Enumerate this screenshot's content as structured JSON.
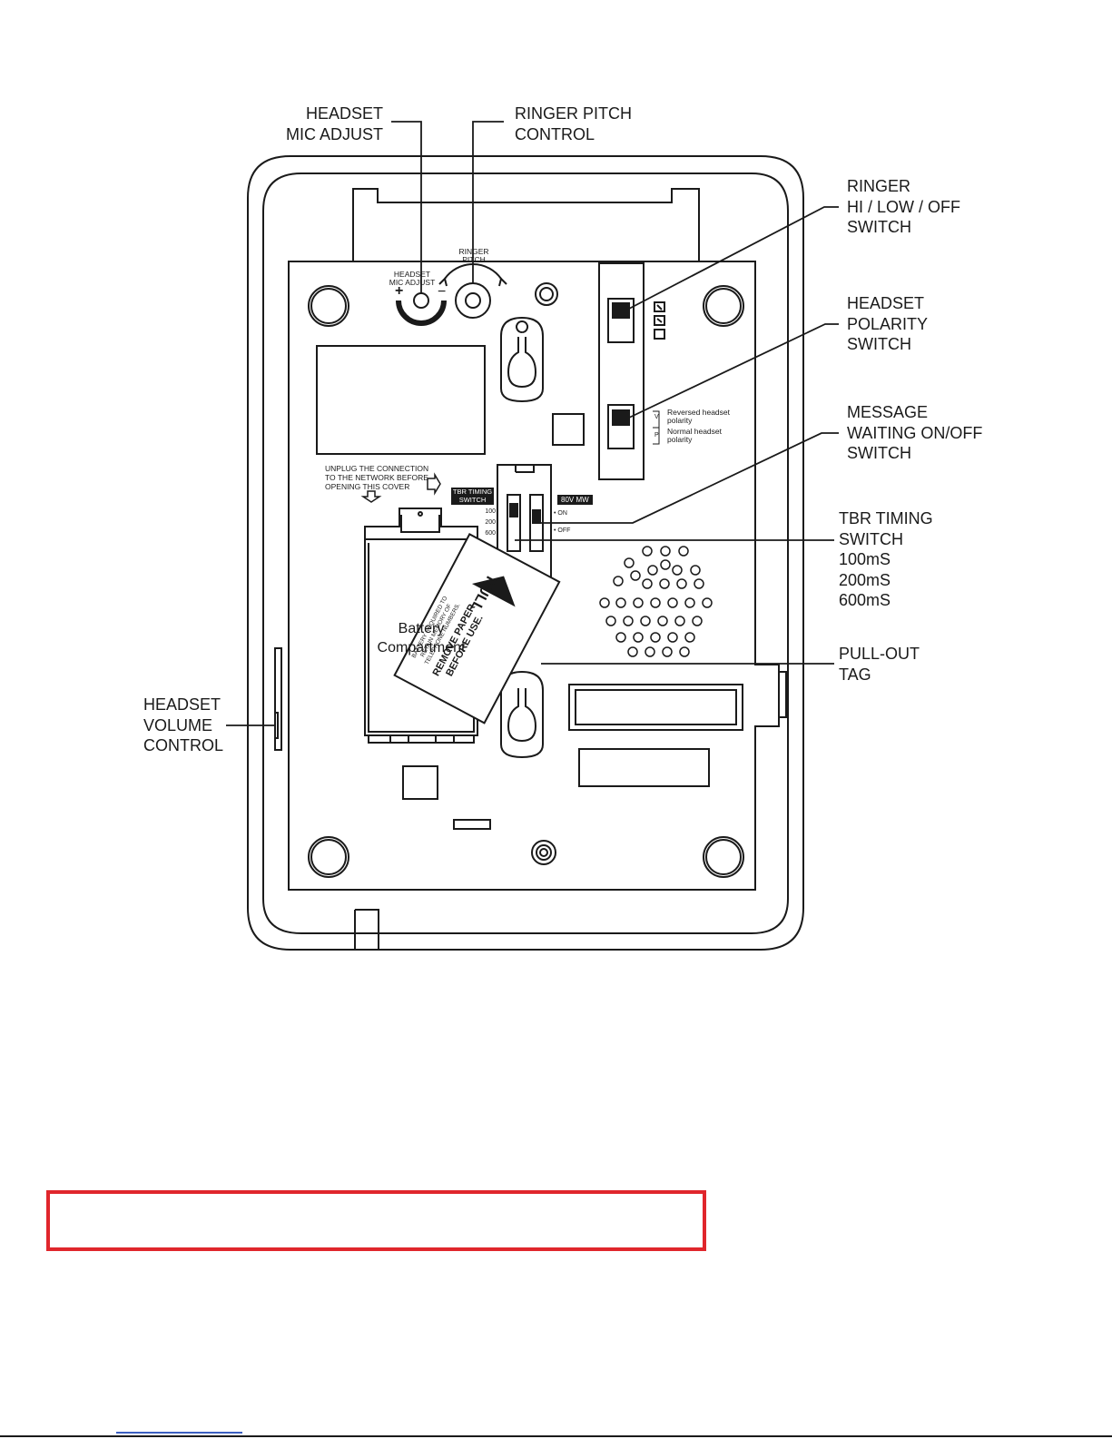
{
  "callouts": {
    "headset_mic_adjust": [
      "HEADSET",
      "MIC ADJUST"
    ],
    "ringer_pitch_control": [
      "RINGER PITCH",
      "CONTROL"
    ],
    "ringer_switch": [
      "RINGER",
      "HI / LOW / OFF",
      "SWITCH"
    ],
    "headset_polarity": [
      "HEADSET",
      "POLARITY",
      "SWITCH"
    ],
    "message_waiting": [
      "MESSAGE",
      "WAITING ON/OFF",
      "SWITCH"
    ],
    "tbr_timing": [
      "TBR TIMING",
      "SWITCH",
      "100mS",
      "200mS",
      "600mS"
    ],
    "pull_out_tag": [
      "PULL-OUT",
      "TAG"
    ],
    "headset_volume": [
      "HEADSET",
      "VOLUME",
      "CONTROL"
    ]
  },
  "device_labels": {
    "mic_adjust_small": [
      "HEADSET",
      "MIC ADJUST"
    ],
    "ringer_pitch_small": [
      "RINGER",
      "PITCH"
    ],
    "plus": "+",
    "minus": "−",
    "polarity_v": "V",
    "polarity_p": "P",
    "reversed": [
      "Reversed headset",
      "polarity"
    ],
    "normal": [
      "Normal headset",
      "polarity"
    ],
    "warning": [
      "UNPLUG THE CONNECTION",
      "TO THE NETWORK BEFORE",
      "OPENING THIS COVER"
    ],
    "tbr_badge": [
      "TBR TIMING",
      "SWITCH"
    ],
    "tbr_values": [
      "100",
      "200",
      "600"
    ],
    "mw_badge": "80V MW",
    "mw_on": "• ON",
    "mw_off": "• OFF",
    "battery": [
      "Battery",
      "Compartment"
    ],
    "tag_pull": "PULL",
    "tag_small": [
      "BATTERY REQUIRED TO",
      "RETAIN MEMORY OF",
      "TELEPHONE NUMBERS."
    ],
    "tag_bold": [
      "REMOVE PAPER",
      "BEFORE USE."
    ]
  },
  "colors": {
    "line": "#1a1a1a",
    "box_border": "#e0262c",
    "link_rule": "#3b5fc0"
  }
}
